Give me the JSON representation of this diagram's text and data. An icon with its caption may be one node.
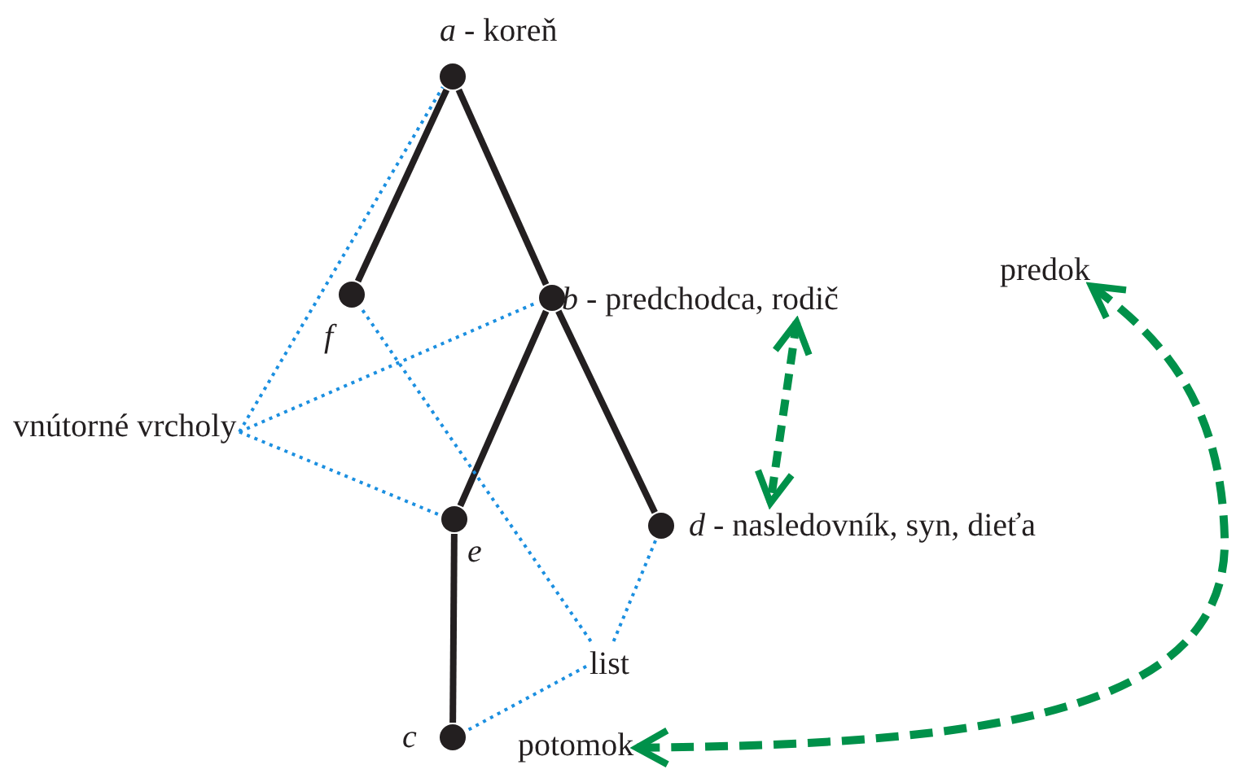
{
  "diagram": {
    "nodes": [
      {
        "text": [],
        "shape": "circle",
        "beside": [
          "*a* - koreň"
        ]
      },
      {
        "text": [],
        "shape": "circle",
        "beside": [
          "*f*"
        ]
      },
      {
        "text": [],
        "shape": "circle"
      },
      {
        "text": [],
        "shape": "circle",
        "beside": [
          "*e*"
        ]
      },
      {
        "text": [],
        "shape": "circle"
      },
      {
        "text": [],
        "shape": "circle",
        "beside": [
          "*c*"
        ]
      },
      {
        "text": [
          "*b* - predchodca, rodič"
        ]
      },
      {
        "text": [
          "predok"
        ]
      },
      {
        "text": [
          "vnútorné vrcholy"
        ]
      },
      {
        "text": [
          "*d* - nasledovník, syn, dieťa"
        ]
      },
      {
        "text": [
          "list"
        ]
      },
      {
        "text": [
          "potomok"
        ]
      }
    ],
    "edges": [
      {
        "from": 0,
        "to": 1,
        "arrow": "none",
        "color": "#231f20"
      },
      {
        "from": 0,
        "to": 2,
        "arrow": "none",
        "color": "#231f20"
      },
      {
        "from": 2,
        "to": 3,
        "arrow": "none",
        "color": "#231f20"
      },
      {
        "from": 2,
        "to": 4,
        "arrow": "none",
        "color": "#231f20"
      },
      {
        "from": 3,
        "to": 5,
        "arrow": "none",
        "color": "#231f20"
      },
      {
        "from": 8,
        "to": 0,
        "arrow": "none",
        "style": "dashed",
        "color": "#1b8fe0"
      },
      {
        "from": 8,
        "to": 2,
        "arrow": "none",
        "style": "dashed",
        "color": "#1b8fe0"
      },
      {
        "from": 8,
        "to": 3,
        "arrow": "none",
        "style": "dashed",
        "color": "#1b8fe0"
      },
      {
        "from": 10,
        "to": 1,
        "arrow": "none",
        "style": "dashed",
        "color": "#1b8fe0"
      },
      {
        "from": 10,
        "to": 4,
        "arrow": "none",
        "style": "dashed",
        "color": "#1b8fe0"
      },
      {
        "from": 10,
        "to": 5,
        "arrow": "none",
        "style": "dashed",
        "color": "#1b8fe0"
      },
      {
        "from": 6,
        "to": 9,
        "arrow": "both",
        "style": "dashed",
        "color": "#00914a"
      },
      {
        "from": 11,
        "to": 7,
        "arrow": "both",
        "style": "dashed",
        "color": "#00914a"
      }
    ]
  }
}
